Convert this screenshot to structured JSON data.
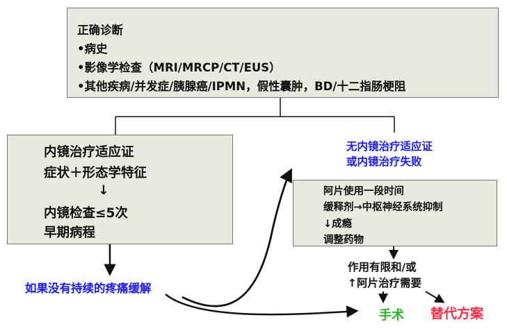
{
  "top_box": {
    "title": "正确诊断",
    "items": [
      "•病史",
      "•影像学检查（MRI/MRCP/CT/EUS）",
      "•其他疾病/并发症/胰腺癌/IPMN，假性囊肿，BD/十二指肠梗阻"
    ]
  },
  "left_box": {
    "lines": [
      "内镜治疗适应证",
      "症状＋形态学特征",
      "↓",
      "内镜检查≤5次",
      "早期病程"
    ]
  },
  "no_relief_label": "如果没有持续的疼痛缓解",
  "right_label": [
    "无内镜治疗适应证",
    "或内镜治疗失败"
  ],
  "right_box": {
    "lines": [
      "阿片使用一段时间",
      "缓释剂→中枢神经系统抑制",
      "↓成瘾",
      "调整药物"
    ]
  },
  "limited_effect": [
    "作用有限和/或",
    "↑阿片治疗需要"
  ],
  "outcomes": {
    "surgery": "手术",
    "alternative": "替代方案",
    "surgery_color": "#22bb22",
    "alternative_color": "#ff2a44"
  },
  "colors": {
    "box_fill": "#e7eadf",
    "box_border": "#6f7770",
    "blue_text": "#1a1aff"
  }
}
